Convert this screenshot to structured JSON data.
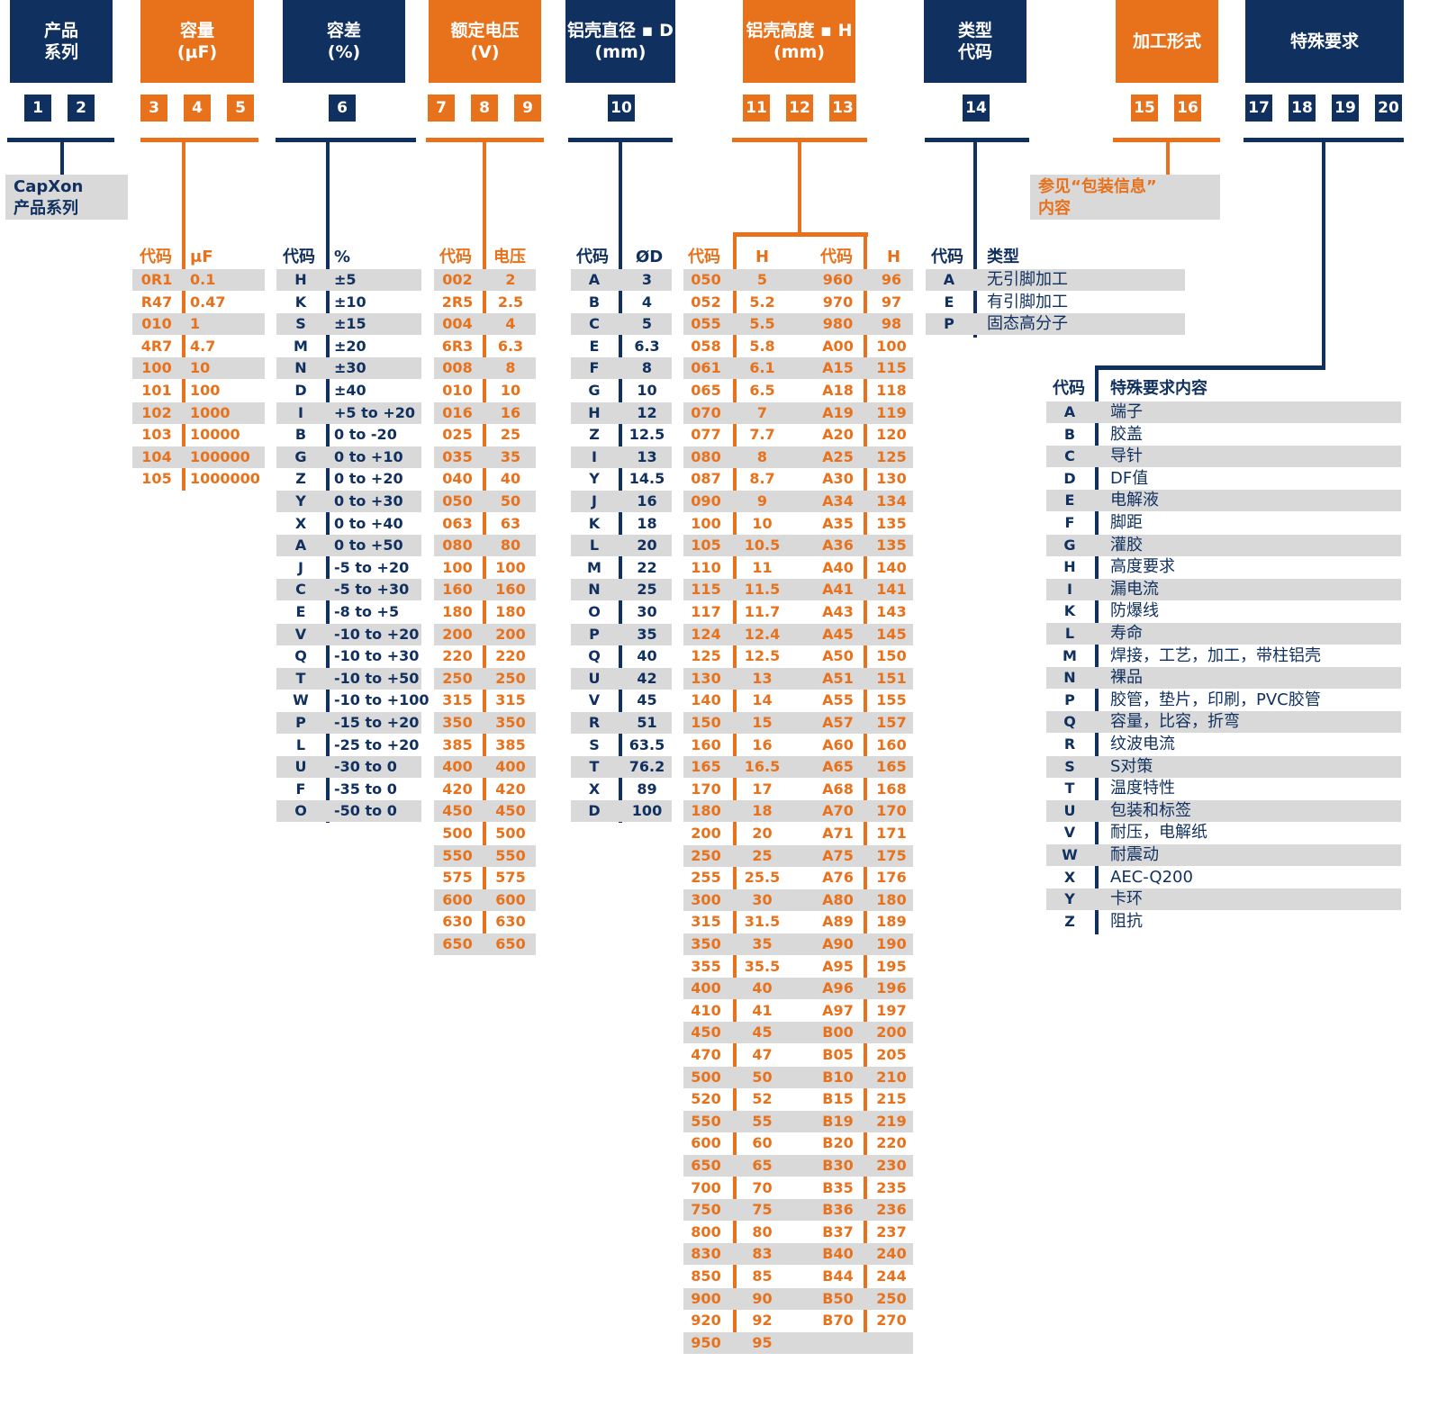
{
  "colors": {
    "navy": "#10305f",
    "orange": "#e8721c",
    "row_shade": "#d9d9d9"
  },
  "headers": [
    {
      "lines": [
        "产品",
        "系列"
      ],
      "color": "blue"
    },
    {
      "lines": [
        "容量",
        "(μF)"
      ],
      "color": "orange"
    },
    {
      "lines": [
        "容差",
        "(%)"
      ],
      "color": "blue"
    },
    {
      "lines": [
        "额定电压",
        "(V)"
      ],
      "color": "orange"
    },
    {
      "lines": [
        "铝壳直径 ▪ D",
        "(mm)"
      ],
      "color": "blue"
    },
    {
      "lines": [
        "铝壳高度 ▪ H",
        "(mm)"
      ],
      "color": "orange"
    },
    {
      "lines": [
        "类型",
        "代码"
      ],
      "color": "blue"
    },
    {
      "lines": [
        "加工形式"
      ],
      "color": "orange"
    },
    {
      "lines": [
        "特殊要求"
      ],
      "color": "blue"
    }
  ],
  "position_numbers": [
    "1",
    "2",
    "3",
    "4",
    "5",
    "6",
    "7",
    "8",
    "9",
    "10",
    "11",
    "12",
    "13",
    "14",
    "15",
    "16",
    "17",
    "18",
    "19",
    "20"
  ],
  "series_note": [
    "CapXon",
    "产品系列"
  ],
  "packing_note": [
    "参见“包装信息”",
    "内容"
  ],
  "capacitance": {
    "col_headers": [
      "代码",
      "μF"
    ],
    "rows": [
      [
        "0R1",
        "0.1"
      ],
      [
        "R47",
        "0.47"
      ],
      [
        "010",
        "1"
      ],
      [
        "4R7",
        "4.7"
      ],
      [
        "100",
        "10"
      ],
      [
        "101",
        "100"
      ],
      [
        "102",
        "1000"
      ],
      [
        "103",
        "10000"
      ],
      [
        "104",
        "100000"
      ],
      [
        "105",
        "1000000"
      ]
    ]
  },
  "tolerance": {
    "col_headers": [
      "代码",
      "%"
    ],
    "rows": [
      [
        "H",
        "±5"
      ],
      [
        "K",
        "±10"
      ],
      [
        "S",
        "±15"
      ],
      [
        "M",
        "±20"
      ],
      [
        "N",
        "±30"
      ],
      [
        "D",
        "±40"
      ],
      [
        "I",
        "+5 to +20"
      ],
      [
        "B",
        "0 to -20"
      ],
      [
        "G",
        "0 to +10"
      ],
      [
        "Z",
        "0 to +20"
      ],
      [
        "Y",
        "0 to +30"
      ],
      [
        "X",
        "0 to +40"
      ],
      [
        "A",
        "0 to +50"
      ],
      [
        "J",
        "-5 to +20"
      ],
      [
        "C",
        "-5 to +30"
      ],
      [
        "E",
        "-8 to +5"
      ],
      [
        "V",
        "-10 to +20"
      ],
      [
        "Q",
        "-10 to +30"
      ],
      [
        "T",
        "-10 to +50"
      ],
      [
        "W",
        "-10 to +100"
      ],
      [
        "P",
        "-15 to +20"
      ],
      [
        "L",
        "-25 to +20"
      ],
      [
        "U",
        "-30 to 0"
      ],
      [
        "F",
        "-35 to 0"
      ],
      [
        "O",
        "-50 to 0"
      ]
    ]
  },
  "voltage": {
    "col_headers": [
      "代码",
      "电压"
    ],
    "rows": [
      [
        "002",
        "2"
      ],
      [
        "2R5",
        "2.5"
      ],
      [
        "004",
        "4"
      ],
      [
        "6R3",
        "6.3"
      ],
      [
        "008",
        "8"
      ],
      [
        "010",
        "10"
      ],
      [
        "016",
        "16"
      ],
      [
        "025",
        "25"
      ],
      [
        "035",
        "35"
      ],
      [
        "040",
        "40"
      ],
      [
        "050",
        "50"
      ],
      [
        "063",
        "63"
      ],
      [
        "080",
        "80"
      ],
      [
        "100",
        "100"
      ],
      [
        "160",
        "160"
      ],
      [
        "180",
        "180"
      ],
      [
        "200",
        "200"
      ],
      [
        "220",
        "220"
      ],
      [
        "250",
        "250"
      ],
      [
        "315",
        "315"
      ],
      [
        "350",
        "350"
      ],
      [
        "385",
        "385"
      ],
      [
        "400",
        "400"
      ],
      [
        "420",
        "420"
      ],
      [
        "450",
        "450"
      ],
      [
        "500",
        "500"
      ],
      [
        "550",
        "550"
      ],
      [
        "575",
        "575"
      ],
      [
        "600",
        "600"
      ],
      [
        "630",
        "630"
      ],
      [
        "650",
        "650"
      ]
    ]
  },
  "diameter": {
    "col_headers": [
      "代码",
      "ØD"
    ],
    "rows": [
      [
        "A",
        "3"
      ],
      [
        "B",
        "4"
      ],
      [
        "C",
        "5"
      ],
      [
        "E",
        "6.3"
      ],
      [
        "F",
        "8"
      ],
      [
        "G",
        "10"
      ],
      [
        "H",
        "12"
      ],
      [
        "Z",
        "12.5"
      ],
      [
        "I",
        "13"
      ],
      [
        "Y",
        "14.5"
      ],
      [
        "J",
        "16"
      ],
      [
        "K",
        "18"
      ],
      [
        "L",
        "20"
      ],
      [
        "M",
        "22"
      ],
      [
        "N",
        "25"
      ],
      [
        "O",
        "30"
      ],
      [
        "P",
        "35"
      ],
      [
        "Q",
        "40"
      ],
      [
        "U",
        "42"
      ],
      [
        "V",
        "45"
      ],
      [
        "R",
        "51"
      ],
      [
        "S",
        "63.5"
      ],
      [
        "T",
        "76.2"
      ],
      [
        "X",
        "89"
      ],
      [
        "D",
        "100"
      ]
    ]
  },
  "height": {
    "col_headers": [
      "代码",
      "H",
      "代码",
      "H"
    ],
    "rows": [
      [
        "050",
        "5",
        "960",
        "96"
      ],
      [
        "052",
        "5.2",
        "970",
        "97"
      ],
      [
        "055",
        "5.5",
        "980",
        "98"
      ],
      [
        "058",
        "5.8",
        "A00",
        "100"
      ],
      [
        "061",
        "6.1",
        "A15",
        "115"
      ],
      [
        "065",
        "6.5",
        "A18",
        "118"
      ],
      [
        "070",
        "7",
        "A19",
        "119"
      ],
      [
        "077",
        "7.7",
        "A20",
        "120"
      ],
      [
        "080",
        "8",
        "A25",
        "125"
      ],
      [
        "087",
        "8.7",
        "A30",
        "130"
      ],
      [
        "090",
        "9",
        "A34",
        "134"
      ],
      [
        "100",
        "10",
        "A35",
        "135"
      ],
      [
        "105",
        "10.5",
        "A36",
        "135"
      ],
      [
        "110",
        "11",
        "A40",
        "140"
      ],
      [
        "115",
        "11.5",
        "A41",
        "141"
      ],
      [
        "117",
        "11.7",
        "A43",
        "143"
      ],
      [
        "124",
        "12.4",
        "A45",
        "145"
      ],
      [
        "125",
        "12.5",
        "A50",
        "150"
      ],
      [
        "130",
        "13",
        "A51",
        "151"
      ],
      [
        "140",
        "14",
        "A55",
        "155"
      ],
      [
        "150",
        "15",
        "A57",
        "157"
      ],
      [
        "160",
        "16",
        "A60",
        "160"
      ],
      [
        "165",
        "16.5",
        "A65",
        "165"
      ],
      [
        "170",
        "17",
        "A68",
        "168"
      ],
      [
        "180",
        "18",
        "A70",
        "170"
      ],
      [
        "200",
        "20",
        "A71",
        "171"
      ],
      [
        "250",
        "25",
        "A75",
        "175"
      ],
      [
        "255",
        "25.5",
        "A76",
        "176"
      ],
      [
        "300",
        "30",
        "A80",
        "180"
      ],
      [
        "315",
        "31.5",
        "A89",
        "189"
      ],
      [
        "350",
        "35",
        "A90",
        "190"
      ],
      [
        "355",
        "35.5",
        "A95",
        "195"
      ],
      [
        "400",
        "40",
        "A96",
        "196"
      ],
      [
        "410",
        "41",
        "A97",
        "197"
      ],
      [
        "450",
        "45",
        "B00",
        "200"
      ],
      [
        "470",
        "47",
        "B05",
        "205"
      ],
      [
        "500",
        "50",
        "B10",
        "210"
      ],
      [
        "520",
        "52",
        "B15",
        "215"
      ],
      [
        "550",
        "55",
        "B19",
        "219"
      ],
      [
        "600",
        "60",
        "B20",
        "220"
      ],
      [
        "650",
        "65",
        "B30",
        "230"
      ],
      [
        "700",
        "70",
        "B35",
        "235"
      ],
      [
        "750",
        "75",
        "B36",
        "236"
      ],
      [
        "800",
        "80",
        "B37",
        "237"
      ],
      [
        "830",
        "83",
        "B40",
        "240"
      ],
      [
        "850",
        "85",
        "B44",
        "244"
      ],
      [
        "900",
        "90",
        "B50",
        "250"
      ],
      [
        "920",
        "92",
        "B70",
        "270"
      ],
      [
        "950",
        "95",
        "",
        ""
      ]
    ]
  },
  "type_code": {
    "col_headers": [
      "代码",
      "类型"
    ],
    "rows": [
      [
        "A",
        "无引脚加工"
      ],
      [
        "E",
        "有引脚加工"
      ],
      [
        "P",
        "固态高分子"
      ]
    ]
  },
  "special": {
    "col_headers": [
      "代码",
      "特殊要求内容"
    ],
    "rows": [
      [
        "A",
        "端子"
      ],
      [
        "B",
        "胶盖"
      ],
      [
        "C",
        "导针"
      ],
      [
        "D",
        "DF值"
      ],
      [
        "E",
        "电解液"
      ],
      [
        "F",
        "脚距"
      ],
      [
        "G",
        "灌胶"
      ],
      [
        "H",
        "高度要求"
      ],
      [
        "I",
        "漏电流"
      ],
      [
        "K",
        "防爆线"
      ],
      [
        "L",
        "寿命"
      ],
      [
        "M",
        "焊接，工艺，加工，带柱铝壳"
      ],
      [
        "N",
        "裸品"
      ],
      [
        "P",
        "胶管，垫片，印刷，PVC胶管"
      ],
      [
        "Q",
        "容量，比容，折弯"
      ],
      [
        "R",
        "纹波电流"
      ],
      [
        "S",
        "S对策"
      ],
      [
        "T",
        "温度特性"
      ],
      [
        "U",
        "包装和标签"
      ],
      [
        "V",
        "耐压，电解纸"
      ],
      [
        "W",
        "耐震动"
      ],
      [
        "X",
        "AEC-Q200"
      ],
      [
        "Y",
        "卡环"
      ],
      [
        "Z",
        "阻抗"
      ]
    ]
  }
}
